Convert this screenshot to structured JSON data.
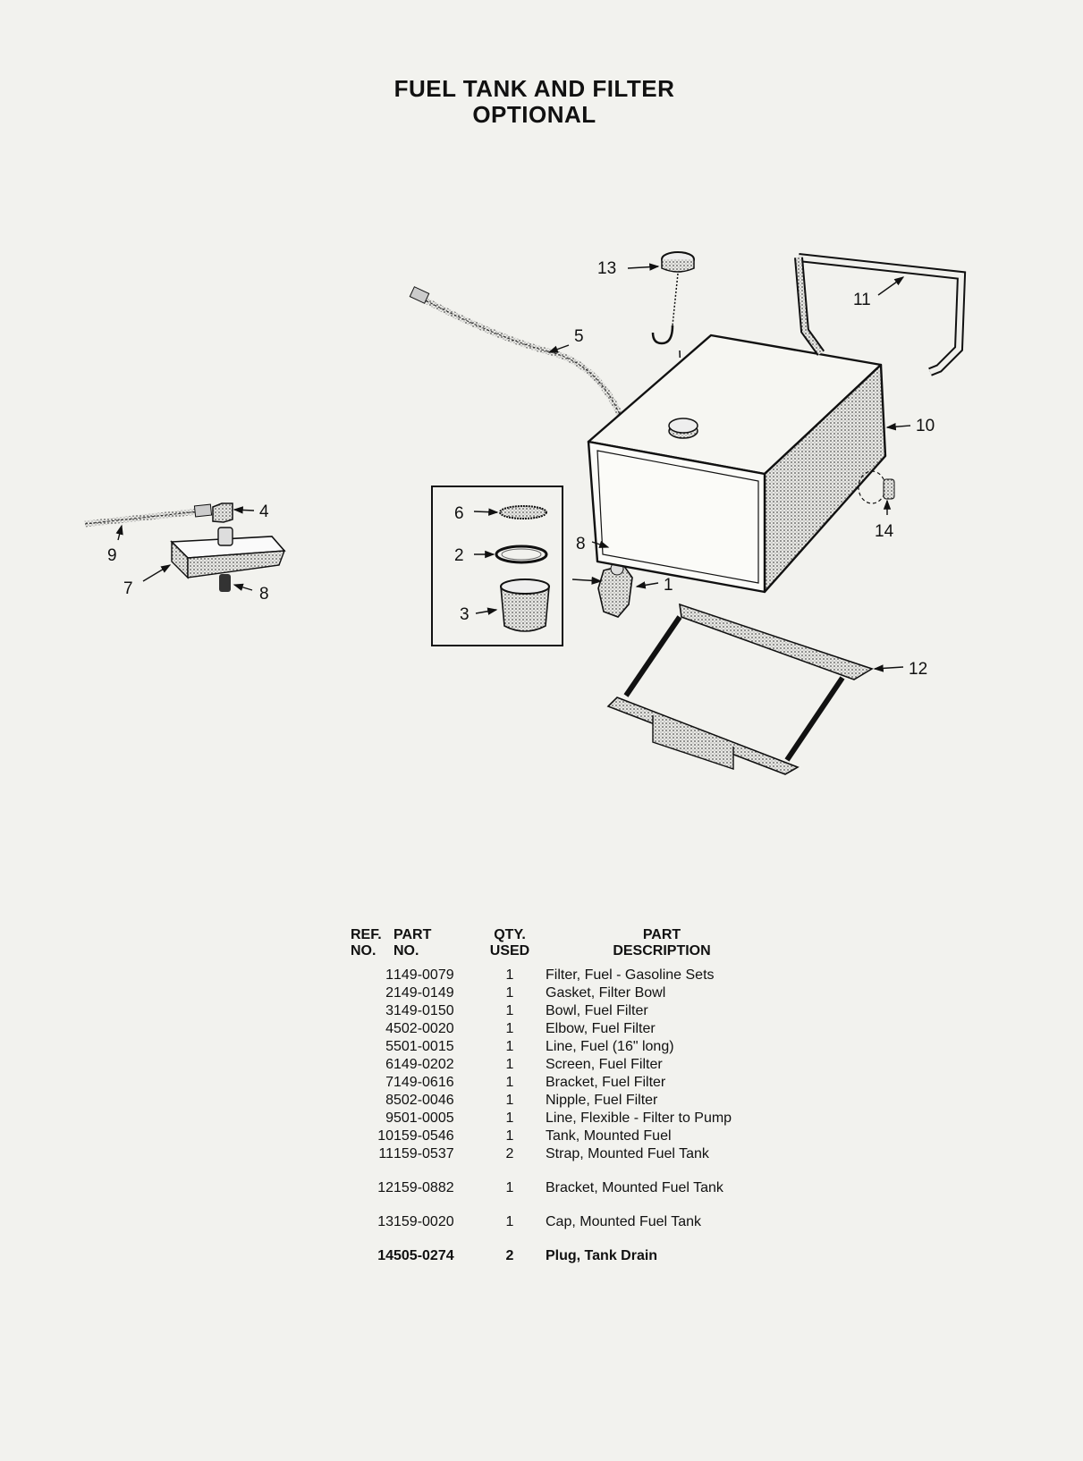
{
  "title": "FUEL TANK AND FILTER",
  "subtitle": "OPTIONAL",
  "callouts": [
    "1",
    "2",
    "3",
    "4",
    "5",
    "6",
    "7",
    "8",
    "9",
    "10",
    "11",
    "12",
    "13",
    "14"
  ],
  "table": {
    "headers": {
      "ref_line1": "REF.",
      "ref_line2": "NO.",
      "part_line1": "PART",
      "part_line2": "NO.",
      "qty_line1": "QTY.",
      "qty_line2": "USED",
      "desc_line1": "PART",
      "desc_line2": "DESCRIPTION"
    },
    "rows": [
      {
        "ref": "1",
        "part": "149-0079",
        "qty": "1",
        "desc": "Filter, Fuel - Gasoline Sets"
      },
      {
        "ref": "2",
        "part": "149-0149",
        "qty": "1",
        "desc": "Gasket, Filter Bowl"
      },
      {
        "ref": "3",
        "part": "149-0150",
        "qty": "1",
        "desc": "Bowl, Fuel Filter"
      },
      {
        "ref": "4",
        "part": "502-0020",
        "qty": "1",
        "desc": "Elbow, Fuel Filter"
      },
      {
        "ref": "5",
        "part": "501-0015",
        "qty": "1",
        "desc": "Line, Fuel (16\" long)"
      },
      {
        "ref": "6",
        "part": "149-0202",
        "qty": "1",
        "desc": "Screen, Fuel Filter"
      },
      {
        "ref": "7",
        "part": "149-0616",
        "qty": "1",
        "desc": "Bracket, Fuel Filter"
      },
      {
        "ref": "8",
        "part": "502-0046",
        "qty": "1",
        "desc": "Nipple, Fuel Filter"
      },
      {
        "ref": "9",
        "part": "501-0005",
        "qty": "1",
        "desc": "Line, Flexible - Filter to Pump"
      },
      {
        "ref": "10",
        "part": "159-0546",
        "qty": "1",
        "desc": "Tank, Mounted Fuel"
      },
      {
        "ref": "11",
        "part": "159-0537",
        "qty": "2",
        "desc": "Strap, Mounted Fuel Tank"
      },
      {
        "ref": "12",
        "part": "159-0882",
        "qty": "1",
        "desc": "Bracket, Mounted Fuel Tank"
      },
      {
        "ref": "13",
        "part": "159-0020",
        "qty": "1",
        "desc": "Cap, Mounted Fuel Tank"
      },
      {
        "ref": "14",
        "part": "505-0274",
        "qty": "2",
        "desc": "Plug, Tank Drain"
      }
    ]
  }
}
